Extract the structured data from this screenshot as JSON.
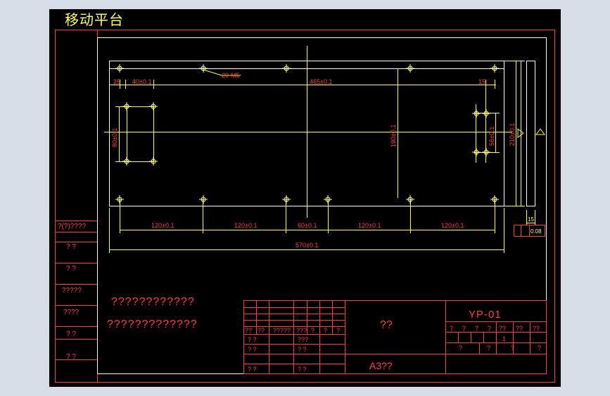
{
  "title": "移动平台",
  "colors": {
    "background": "#000000",
    "frame": "#ff3b3b",
    "outline": "#ffffff",
    "dimension": "#ffff33",
    "annotation": "#ff4040",
    "hole": "#ffff99",
    "title_text": "#ffff66"
  },
  "dimensions": {
    "holes_note": "20-M5",
    "d_25": "25",
    "d_40": "40±0.1",
    "d_465": "465±0.1",
    "d_15": "15",
    "d_80": "80±0.1",
    "d_190": "190±0.1",
    "d_56": "56±0.1",
    "d_210": "210±0.1",
    "d_120_a": "120±0.1",
    "d_120_b": "120±0.1",
    "d_60": "60±0.1",
    "d_120_c": "120±0.1",
    "d_120_d": "120±0.1",
    "d_570": "570±0.1",
    "d_15_side": "15"
  },
  "left_strip": [
    "?(?)????",
    "?   ?",
    "?   ?",
    "?????",
    "????",
    "?   ?",
    "?   ?"
  ],
  "notes": [
    "????????????",
    "?????????????"
  ],
  "title_block": {
    "drawing_no": "YP-01",
    "name": "??",
    "sheet_size": "A3??",
    "header_cells": [
      "??",
      "??",
      "?????",
      "???",
      "?",
      "?",
      "?"
    ],
    "sign_left": [
      "?  ?",
      "?  ?",
      "?  ?"
    ],
    "sign_mid": [
      "???",
      "?  ?",
      "?  ?"
    ],
    "stage_labels": [
      "?",
      "?",
      "?",
      "?",
      "??",
      "??",
      "??"
    ],
    "qty": "1",
    "sheet_labels": [
      "?",
      "?",
      "?",
      "?"
    ]
  }
}
